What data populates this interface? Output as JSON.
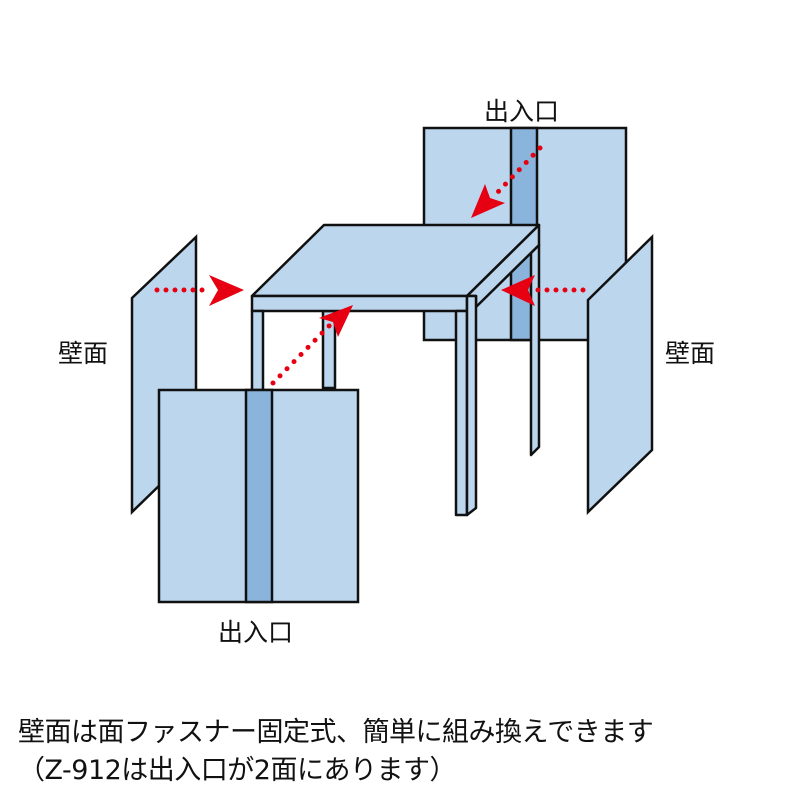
{
  "diagram": {
    "labels": {
      "entrance_top": "出入口",
      "entrance_bottom": "出入口",
      "wall_left": "壁面",
      "wall_right": "壁面"
    },
    "caption": {
      "line1": "壁面は面ファスナー固定式、簡単に組み換えできます",
      "line2": "（Z-912は出入口が2面にあります）"
    },
    "colors": {
      "panel_fill": "#bcd6ed",
      "zipper_fill": "#8ab4dc",
      "outline": "#111111",
      "arrow": "#e60012",
      "background": "#ffffff"
    }
  }
}
